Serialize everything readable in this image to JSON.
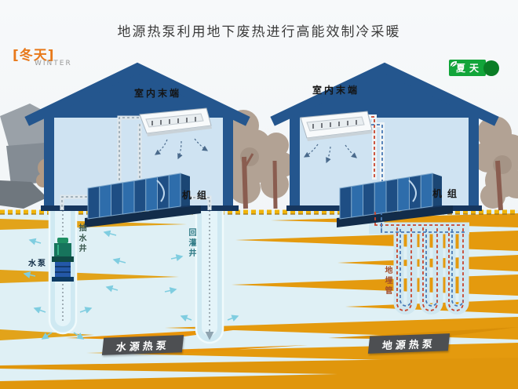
{
  "title": "地源热泵利用地下废热进行高能效制冷采暖",
  "seasons": {
    "winter": {
      "label": "[冬天]",
      "sublabel": "WINTER"
    },
    "summer": {
      "label": "夏天"
    }
  },
  "water_source_system": {
    "indoor_unit_label": "室内末端",
    "machine_label": "机组",
    "pump_label": "水泵",
    "extraction_well_label": "抽水井",
    "reinjection_well_label": "回灌井",
    "badge": "水源热泵"
  },
  "ground_source_system": {
    "indoor_unit_label": "室内末端",
    "machine_label": "机组",
    "buried_pipe_label": "地埋管",
    "badge": "地源热泵"
  },
  "colors": {
    "house_blue": "#24568e",
    "interior_blue": "#cfe3f2",
    "ground_orange": "#e49a0e",
    "aquifer_blue": "#dff0f5",
    "summer_green": "#12a53a",
    "winter_orange": "#e8791b",
    "badge_gray": "#4d4f52",
    "pipe_red": "#c8452e",
    "pipe_blue": "#4a7ab5"
  }
}
